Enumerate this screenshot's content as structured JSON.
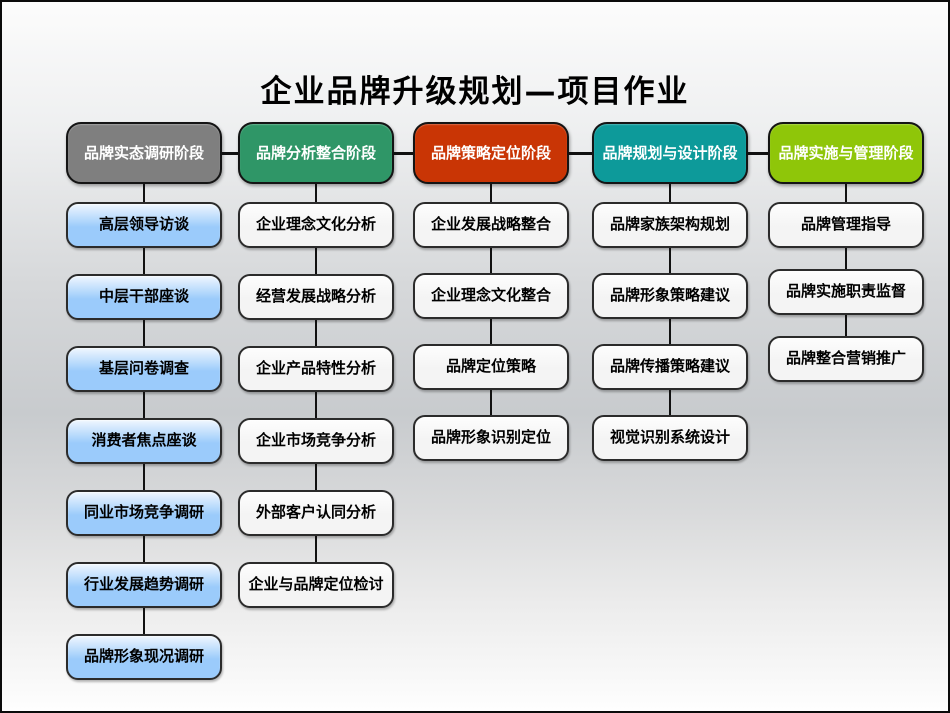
{
  "title": "企业品牌升级规划—项目作业",
  "colors": {
    "connector": "#111111",
    "stage_text": "#ffffff",
    "task_text": "#000000"
  },
  "columns": [
    {
      "header": "品牌实态调研阶段",
      "header_color": "#7F7F7F",
      "item_color": "#9BCBFB",
      "items": [
        "高层领导访谈",
        "中层干部座谈",
        "基层问卷调查",
        "消费者焦点座谈",
        "同业市场竞争调研",
        "行业发展趋势调研",
        "品牌形象现况调研"
      ]
    },
    {
      "header": "品牌分析整合阶段",
      "header_color": "#2F9667",
      "item_color": "#F4F4F4",
      "items": [
        "企业理念文化分析",
        "经营发展战略分析",
        "企业产品特性分析",
        "企业市场竞争分析",
        "外部客户认同分析",
        "企业与品牌定位检讨"
      ]
    },
    {
      "header": "品牌策略定位阶段",
      "header_color": "#C93505",
      "item_color": "#F4F4F4",
      "items": [
        "企业发展战略整合",
        "企业理念文化整合",
        "品牌定位策略",
        "品牌形象识别定位"
      ]
    },
    {
      "header": "品牌规划与设计阶段",
      "header_color": "#0D9A9A",
      "item_color": "#F4F4F4",
      "items": [
        "品牌家族架构规划",
        "品牌形象策略建议",
        "品牌传播策略建议",
        "视觉识别系统设计"
      ]
    },
    {
      "header": "品牌实施与管理阶段",
      "header_color": "#8FC609",
      "item_color": "#F4F4F4",
      "items": [
        "品牌管理指导",
        "品牌实施职责监督",
        "品牌整合营销推广"
      ]
    }
  ]
}
